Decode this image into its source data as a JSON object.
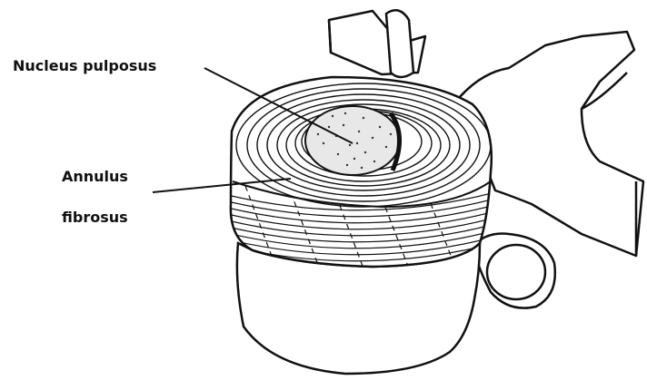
{
  "labels": {
    "nucleus": "Nucleus pulposus",
    "annulus_line1": "Annulus",
    "annulus_line2": "fibrosus"
  },
  "colors": {
    "ink": "#111111",
    "background": "#ffffff"
  }
}
